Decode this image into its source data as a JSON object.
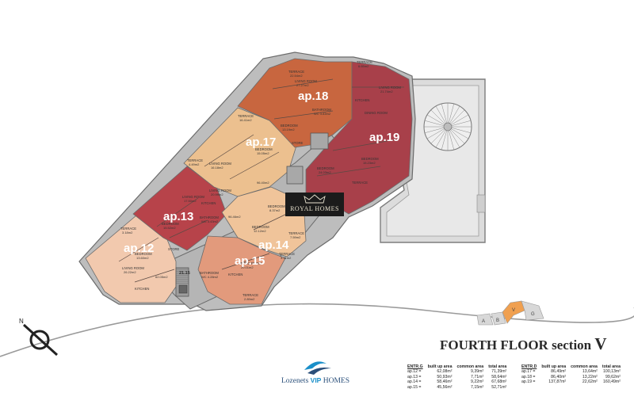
{
  "title": {
    "main": "FOURTH FLOOR",
    "section": "section",
    "section_letter": "V"
  },
  "apartments": [
    {
      "id": "ap12",
      "label": "ap.12",
      "color": "#f2c9ae"
    },
    {
      "id": "ap13",
      "label": "ap.13",
      "color": "#b7434a"
    },
    {
      "id": "ap14",
      "label": "ap.14",
      "color": "#f0c49a"
    },
    {
      "id": "ap15",
      "label": "ap.15",
      "color": "#e29a7c"
    },
    {
      "id": "ap17",
      "label": "ap.17",
      "color": "#ecc08f"
    },
    {
      "id": "ap18",
      "label": "ap.18",
      "color": "#c8663f"
    },
    {
      "id": "ap19",
      "label": "ap.19",
      "color": "#a8404a"
    }
  ],
  "rooms": [
    {
      "name": "TERRACE",
      "area": "22.54m2"
    },
    {
      "name": "TERRACE",
      "area": "6.65m2"
    },
    {
      "name": "LIVING ROOM",
      "area": "27.27m2"
    },
    {
      "name": "KITCHEN",
      "area": ""
    },
    {
      "name": "LIVING ROOM",
      "area": "21.74m2"
    },
    {
      "name": "TERRACE",
      "area": "16.41m2"
    },
    {
      "name": "BATHROOM",
      "area": "WC 3.83m2"
    },
    {
      "name": "DINING ROOM",
      "area": ""
    },
    {
      "name": "BEDROOM",
      "area": "13.19m2"
    },
    {
      "name": "STORE",
      "area": ""
    },
    {
      "name": "BEDROOM",
      "area": "15.05m2"
    },
    {
      "name": "BEDROOM",
      "area": "15.23m2"
    },
    {
      "name": "TERRACE",
      "area": "4.49m2"
    },
    {
      "name": "LIVING ROOM",
      "area": "16.18m2"
    },
    {
      "name": "BEDROOM",
      "area": "24.03m2"
    },
    {
      "name": "TERRACE",
      "area": ""
    },
    {
      "name": "LIVING ROOM",
      "area": "17.50m2"
    },
    {
      "name": "LIVING ROOM",
      "area": "20.99m2"
    },
    {
      "name": "KITCHEN",
      "area": ""
    },
    {
      "name": "BEDROOM",
      "area": "8.37m2"
    },
    {
      "name": "BEDROOM",
      "area": "15.52m2"
    },
    {
      "name": "BATHROOM",
      "area": "WC 3.43m2"
    },
    {
      "name": "BEDROOM",
      "area": "12.12m2"
    },
    {
      "name": "TERRACE",
      "area": "7.59m2"
    },
    {
      "name": "TERRACE",
      "area": "3.18m2"
    },
    {
      "name": "BEDROOM",
      "area": "13.60m2"
    },
    {
      "name": "STORE",
      "area": ""
    },
    {
      "name": "LIVING ROOM",
      "area": "20.01m2"
    },
    {
      "name": "LIVING ROOM",
      "area": "26.22m2"
    },
    {
      "name": "KITCHEN",
      "area": ""
    },
    {
      "name": "BATHROOM",
      "area": "WC 4.28m2"
    },
    {
      "name": "KITCHEN",
      "area": ""
    },
    {
      "name": "TERRACE",
      "area": "2.89m2"
    },
    {
      "name": "TERRACE",
      "area": "3.31m2"
    }
  ],
  "misc_labels": {
    "stair_area": "21.15",
    "hall_area": "62.05m2",
    "hall2_area": "96.40m2",
    "hall3_area": "96.46m2"
  },
  "watermark": "ROYAL HOMES",
  "logo": {
    "part1": "Lozenets",
    "part2": "VIP",
    "part3": "HOMES"
  },
  "key_map": {
    "sections": [
      "A",
      "B",
      "V",
      "G"
    ],
    "highlight": "V",
    "highlight_color": "#f0a050"
  },
  "table_left": {
    "headers": [
      "ENTR.G",
      "built up area",
      "common area",
      "total area"
    ],
    "rows": [
      [
        "ap.12 =",
        "62,08m²",
        "9,39m²",
        "71,39m²"
      ],
      [
        "ap.13 =",
        "50,93m²",
        "7,71m²",
        "58,64m²"
      ],
      [
        "ap.14 =",
        "58,46m²",
        "9,22m²",
        "67,68m²"
      ],
      [
        "ap.15 =",
        "45,56m²",
        "7,15m²",
        "52,71m²"
      ]
    ]
  },
  "table_right": {
    "headers": [
      "ENTR.D",
      "built up area",
      "common area",
      "total area"
    ],
    "rows": [
      [
        "ap.17 =",
        "86,49m²",
        "13,64m²",
        "100,13m²"
      ],
      [
        "ap.18 =",
        "86,40m²",
        "13,22m²",
        "99,62m²"
      ],
      [
        "ap.19 =",
        "137,87m²",
        "22,62m²",
        "160,49m²"
      ]
    ]
  },
  "colors": {
    "terrace": "#d9d9d9",
    "outline": "#6b6b6b",
    "wall": "#5a4a44"
  }
}
